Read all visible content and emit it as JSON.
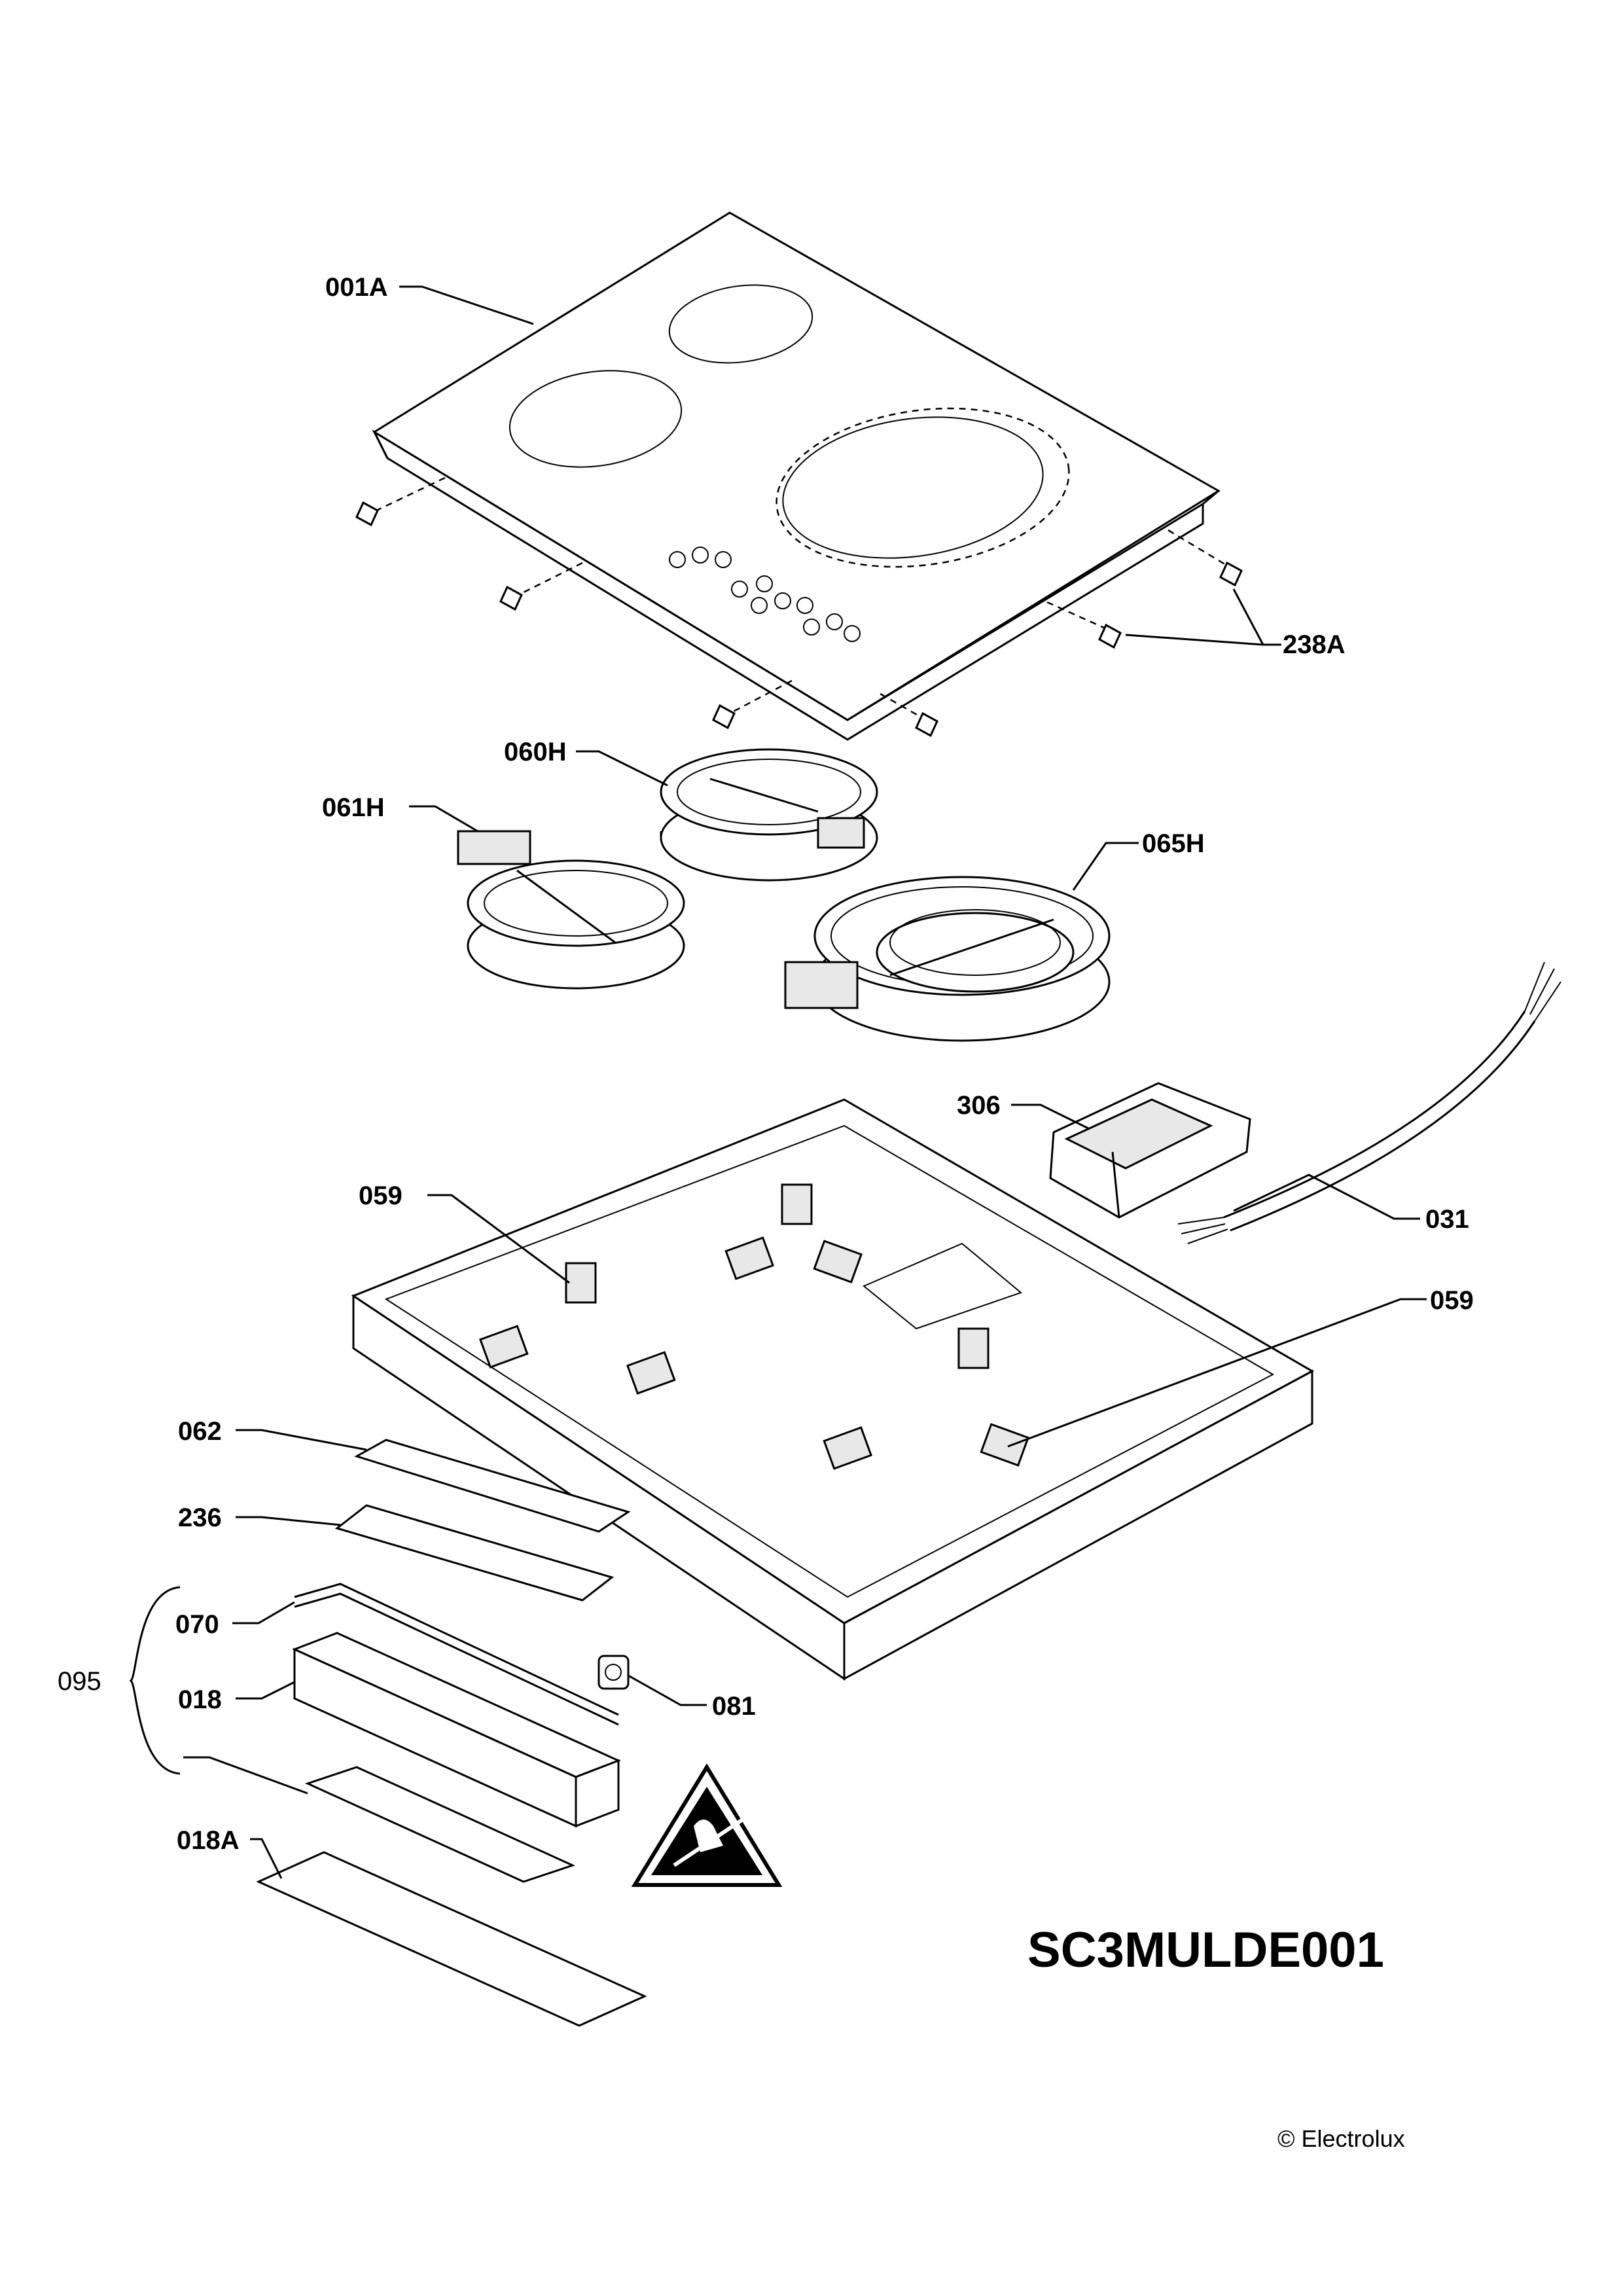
{
  "diagram": {
    "code": "SC3MULDE001",
    "copyright": "© Electrolux",
    "labels": {
      "l001A": "001A",
      "l238A": "238A",
      "l060H": "060H",
      "l061H": "061H",
      "l065H": "065H",
      "l306": "306",
      "l059a": "059",
      "l059b": "059",
      "l031": "031",
      "l062": "062",
      "l236": "236",
      "l070": "070",
      "l095": "095",
      "l018": "018",
      "l081": "081",
      "l018A": "018A"
    }
  }
}
